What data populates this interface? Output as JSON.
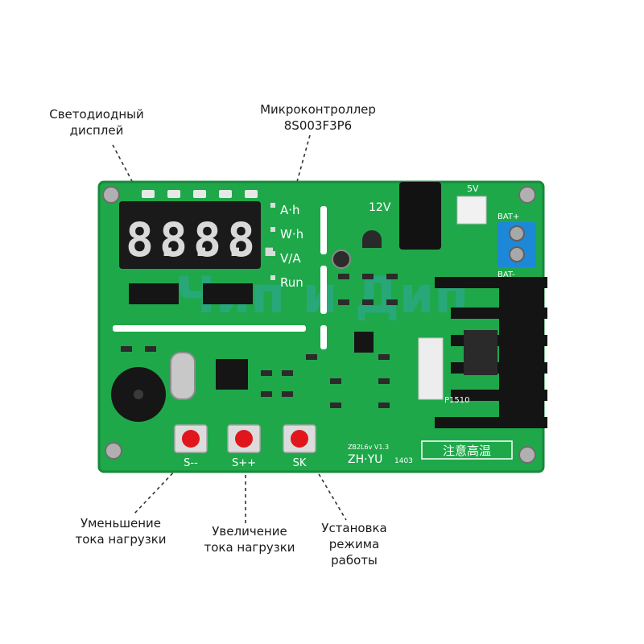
{
  "callouts": {
    "led_display": "Светодиодный\nдисплей",
    "microcontroller": "Микроконтроллер\n8S003F3P6",
    "decrease_load": "Уменьшение\nтока нагрузки",
    "increase_load": "Увеличение\nтока нагрузки",
    "mode_setting": "Установка\nрежима\nработы"
  },
  "board": {
    "mode_labels": [
      "A·h",
      "W·h",
      "V/A",
      "Run"
    ],
    "button_labels": [
      "S--",
      "S++",
      "SK"
    ],
    "power_label": "12V",
    "port_label": "5V",
    "battery_label_top": "BAT+",
    "battery_label_bottom": "BAT-",
    "resistor_label": "P1510",
    "model_label": "ZB2L6v V1.3",
    "maker_label": "ZH·YU",
    "code_label": "1403",
    "warning_label": "注意高温",
    "watermark": "Чип и Дип"
  },
  "colors": {
    "pcb": "#1fa84a",
    "pcb_edge": "#178a3b",
    "silkscreen": "#ffffff",
    "digit_on": "#d9d9d9",
    "display_body": "#1a1a1a",
    "button_cap": "#e0161c",
    "heatsink": "#141414",
    "terminal_block": "#1e88d8",
    "watermark": "#3fa9f5"
  },
  "icons": {
    "buzzer": "buzzer-icon",
    "mounting_screw": "screw-icon"
  }
}
